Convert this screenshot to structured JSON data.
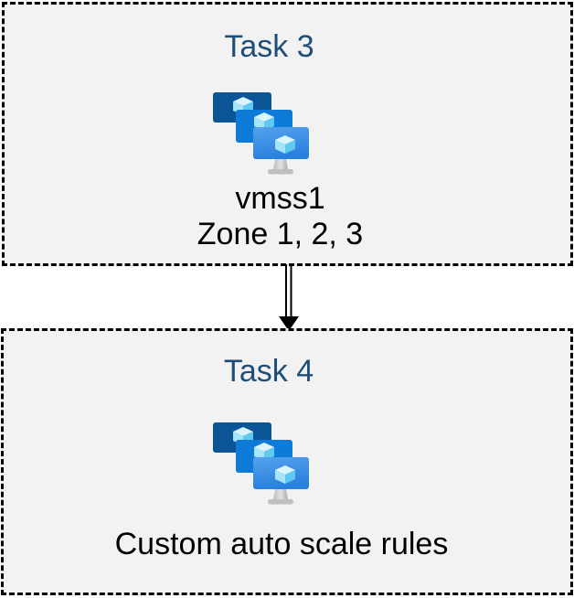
{
  "diagram": {
    "background_color": "#ffffff",
    "box_background_color": "#f2f2f2",
    "box_border_color": "#000000",
    "heading_color": "#1F4E79",
    "text_color": "#000000",
    "tasks": [
      {
        "title": "Task 3",
        "icon": "vm-scale-sets-icon",
        "lines": [
          "vmss1",
          "Zone 1, 2, 3"
        ]
      },
      {
        "title": "Task 4",
        "icon": "vm-scale-sets-icon",
        "lines": [
          "Custom auto scale rules"
        ]
      }
    ],
    "connector": {
      "type": "double-line-arrow",
      "direction": "down",
      "color": "#000000"
    },
    "icon_colors": {
      "monitor_back": "#0B5596",
      "monitor_middle": "#0F7BD8",
      "monitor_front_gradient_top": "#55A2EC",
      "monitor_front_gradient_bottom": "#2A80DF",
      "cube_top": "#DCF5FD",
      "cube_left": "#A5E5F8",
      "cube_right": "#5FC9F1",
      "stand": "#CFCFCF"
    }
  }
}
